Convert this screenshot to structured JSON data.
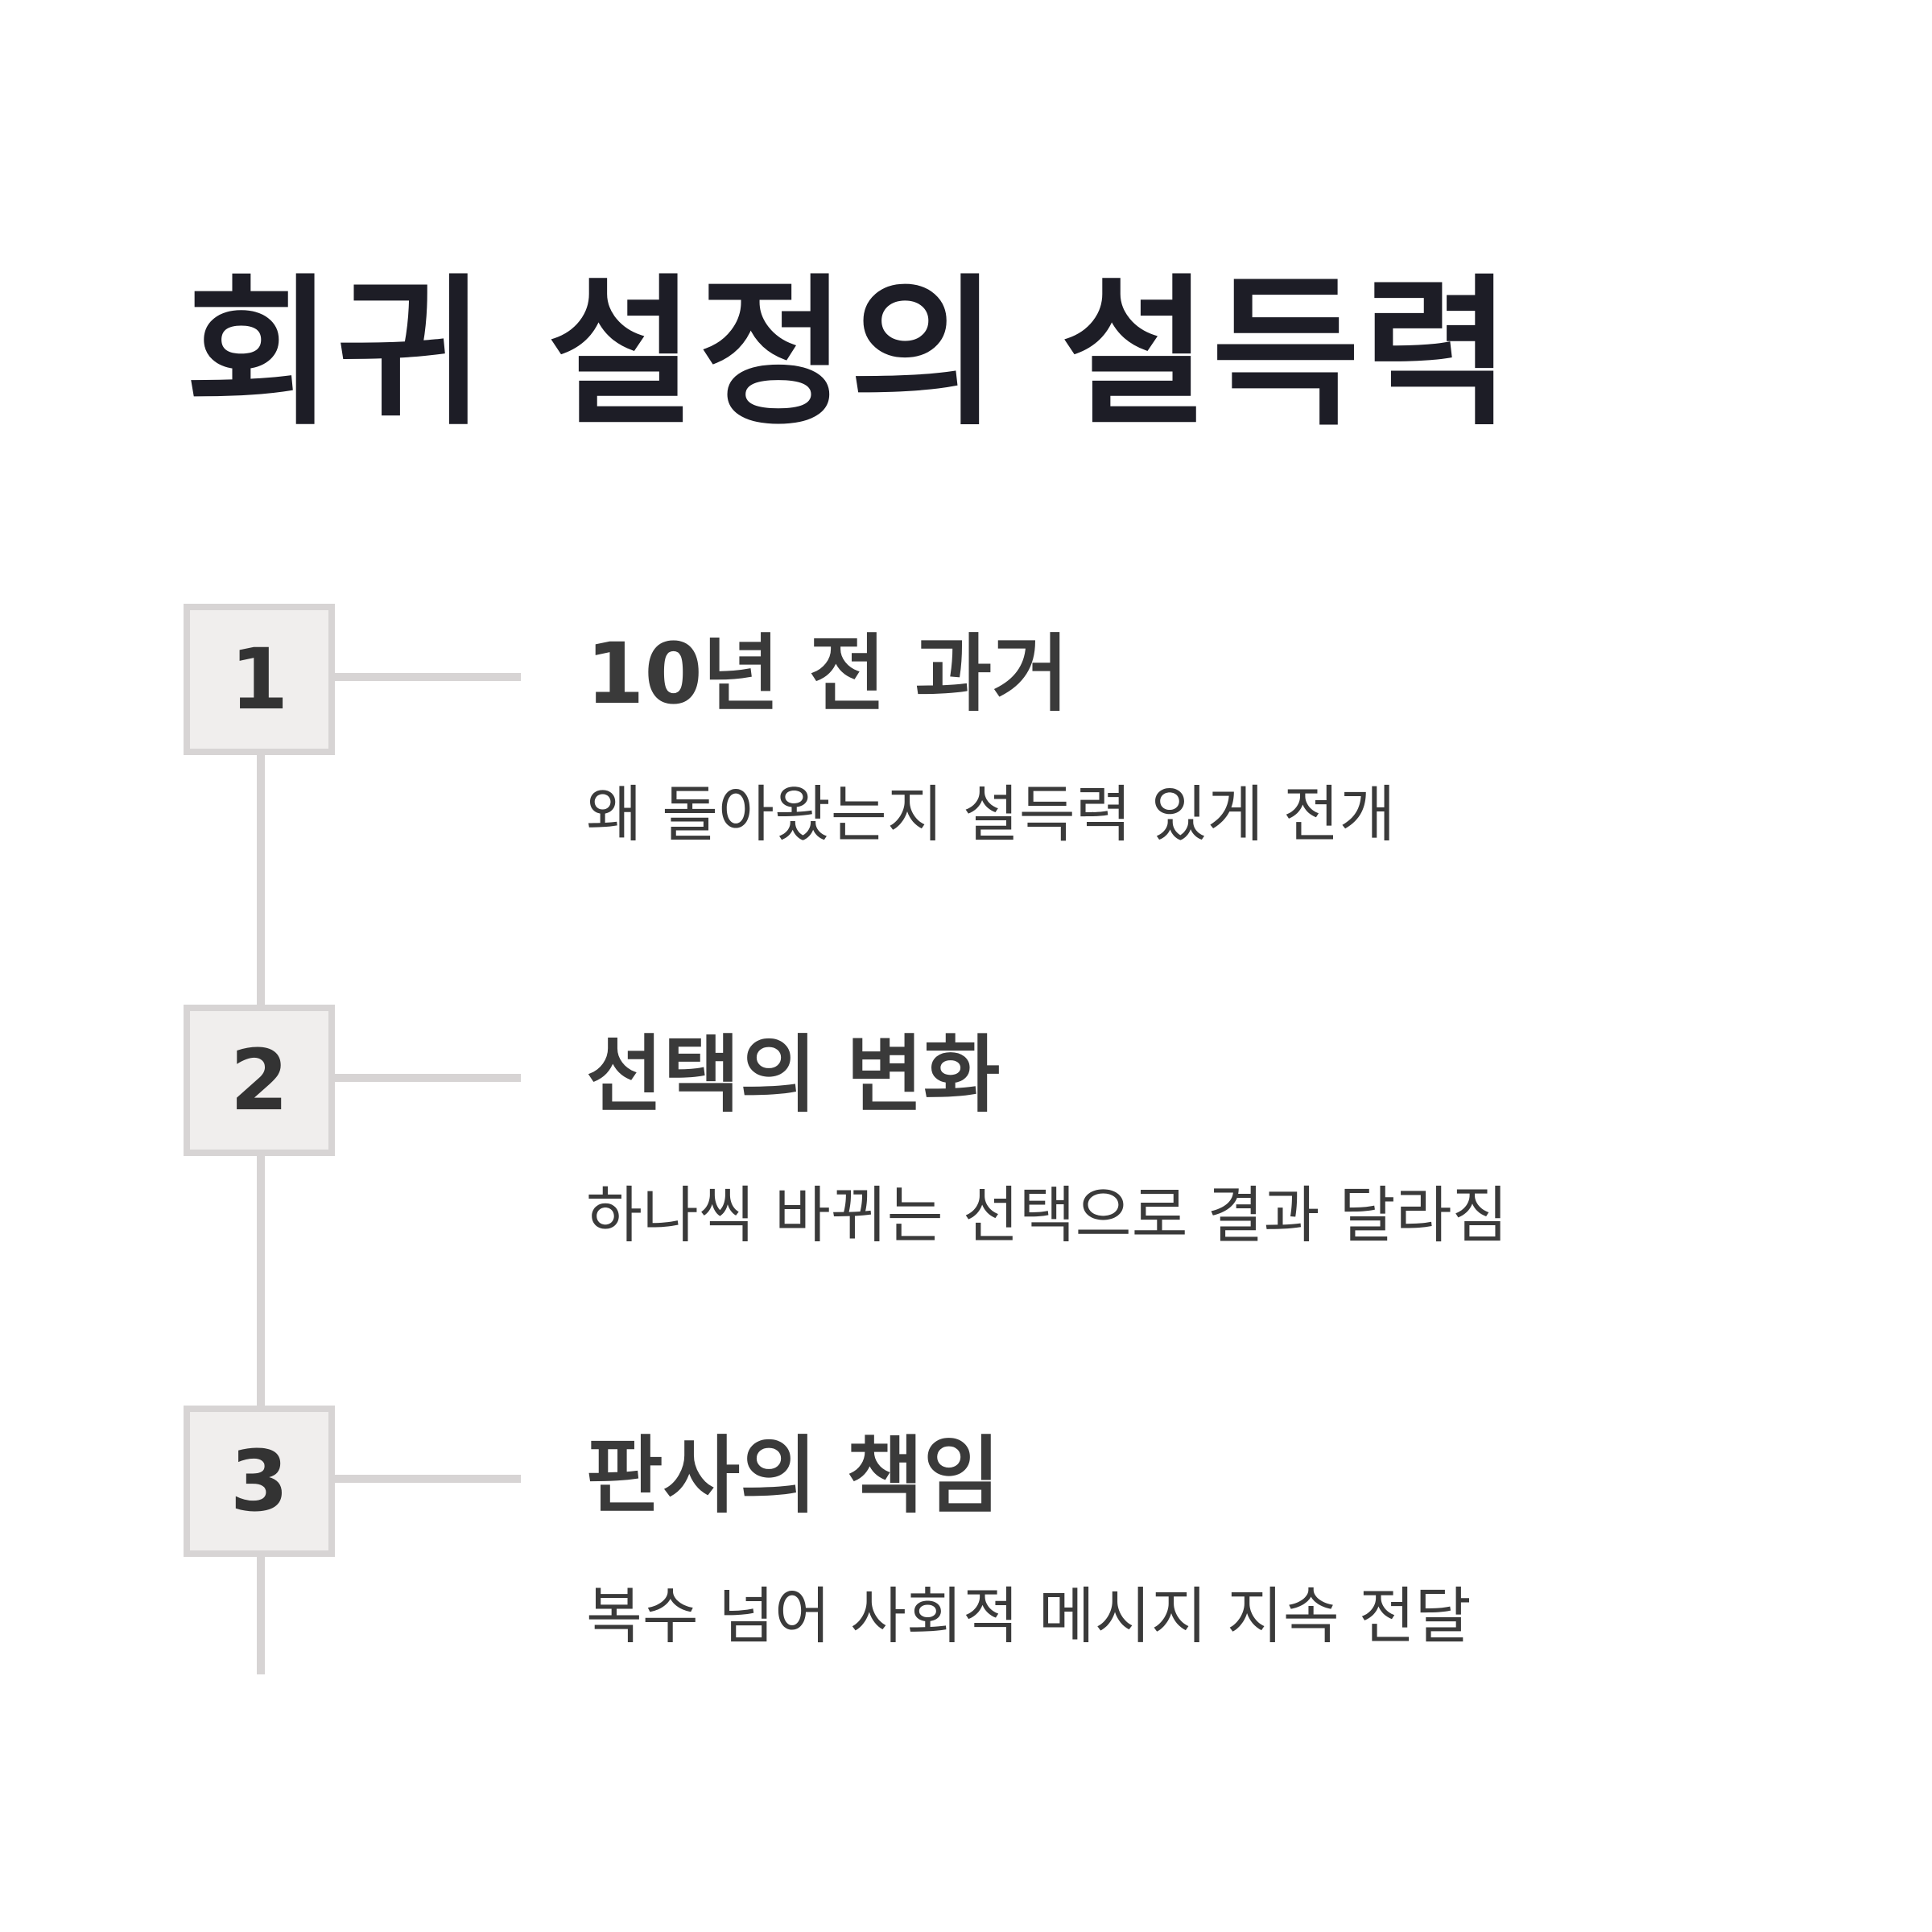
{
  "title": "회귀 설정의 설득력",
  "steps": [
    {
      "number": "1",
      "heading": "10년 전 과거",
      "description": "왜 돌아왔는지 설득력 있게 전개"
    },
    {
      "number": "2",
      "heading": "선택의 변화",
      "description": "하나씩 바뀌는 선택으로 결과 달라짐"
    },
    {
      "number": "3",
      "heading": "판사의 책임",
      "description": "복수 넘어 사회적 메시지 지속 전달"
    }
  ],
  "colors": {
    "title": "#1d1d26",
    "text": "#3a3a3a",
    "box_fill": "#f0eeed",
    "line": "#d7d4d4",
    "background": "#ffffff"
  }
}
